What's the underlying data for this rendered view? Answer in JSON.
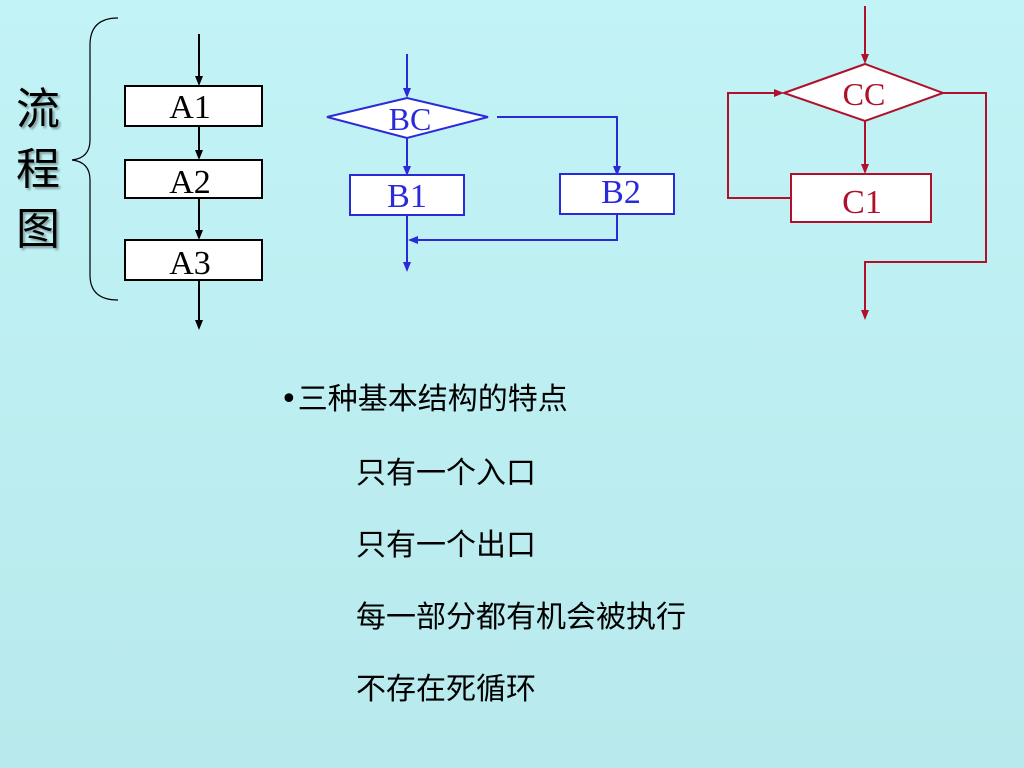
{
  "title_chars": [
    "流",
    "程",
    "图"
  ],
  "seq": {
    "boxes": [
      "A1",
      "A2",
      "A3"
    ],
    "color": "#000000"
  },
  "sel": {
    "condition": "BC",
    "branches": [
      "B1",
      "B2"
    ],
    "color": "#2a2ad8"
  },
  "loop": {
    "condition": "CC",
    "body": "C1",
    "color": "#b0102a"
  },
  "bullets": {
    "heading": "•三种基本结构的特点",
    "items": [
      "只有一个入口",
      "只有一个出口",
      "每一部分都有机会被执行",
      "不存在死循环"
    ]
  }
}
